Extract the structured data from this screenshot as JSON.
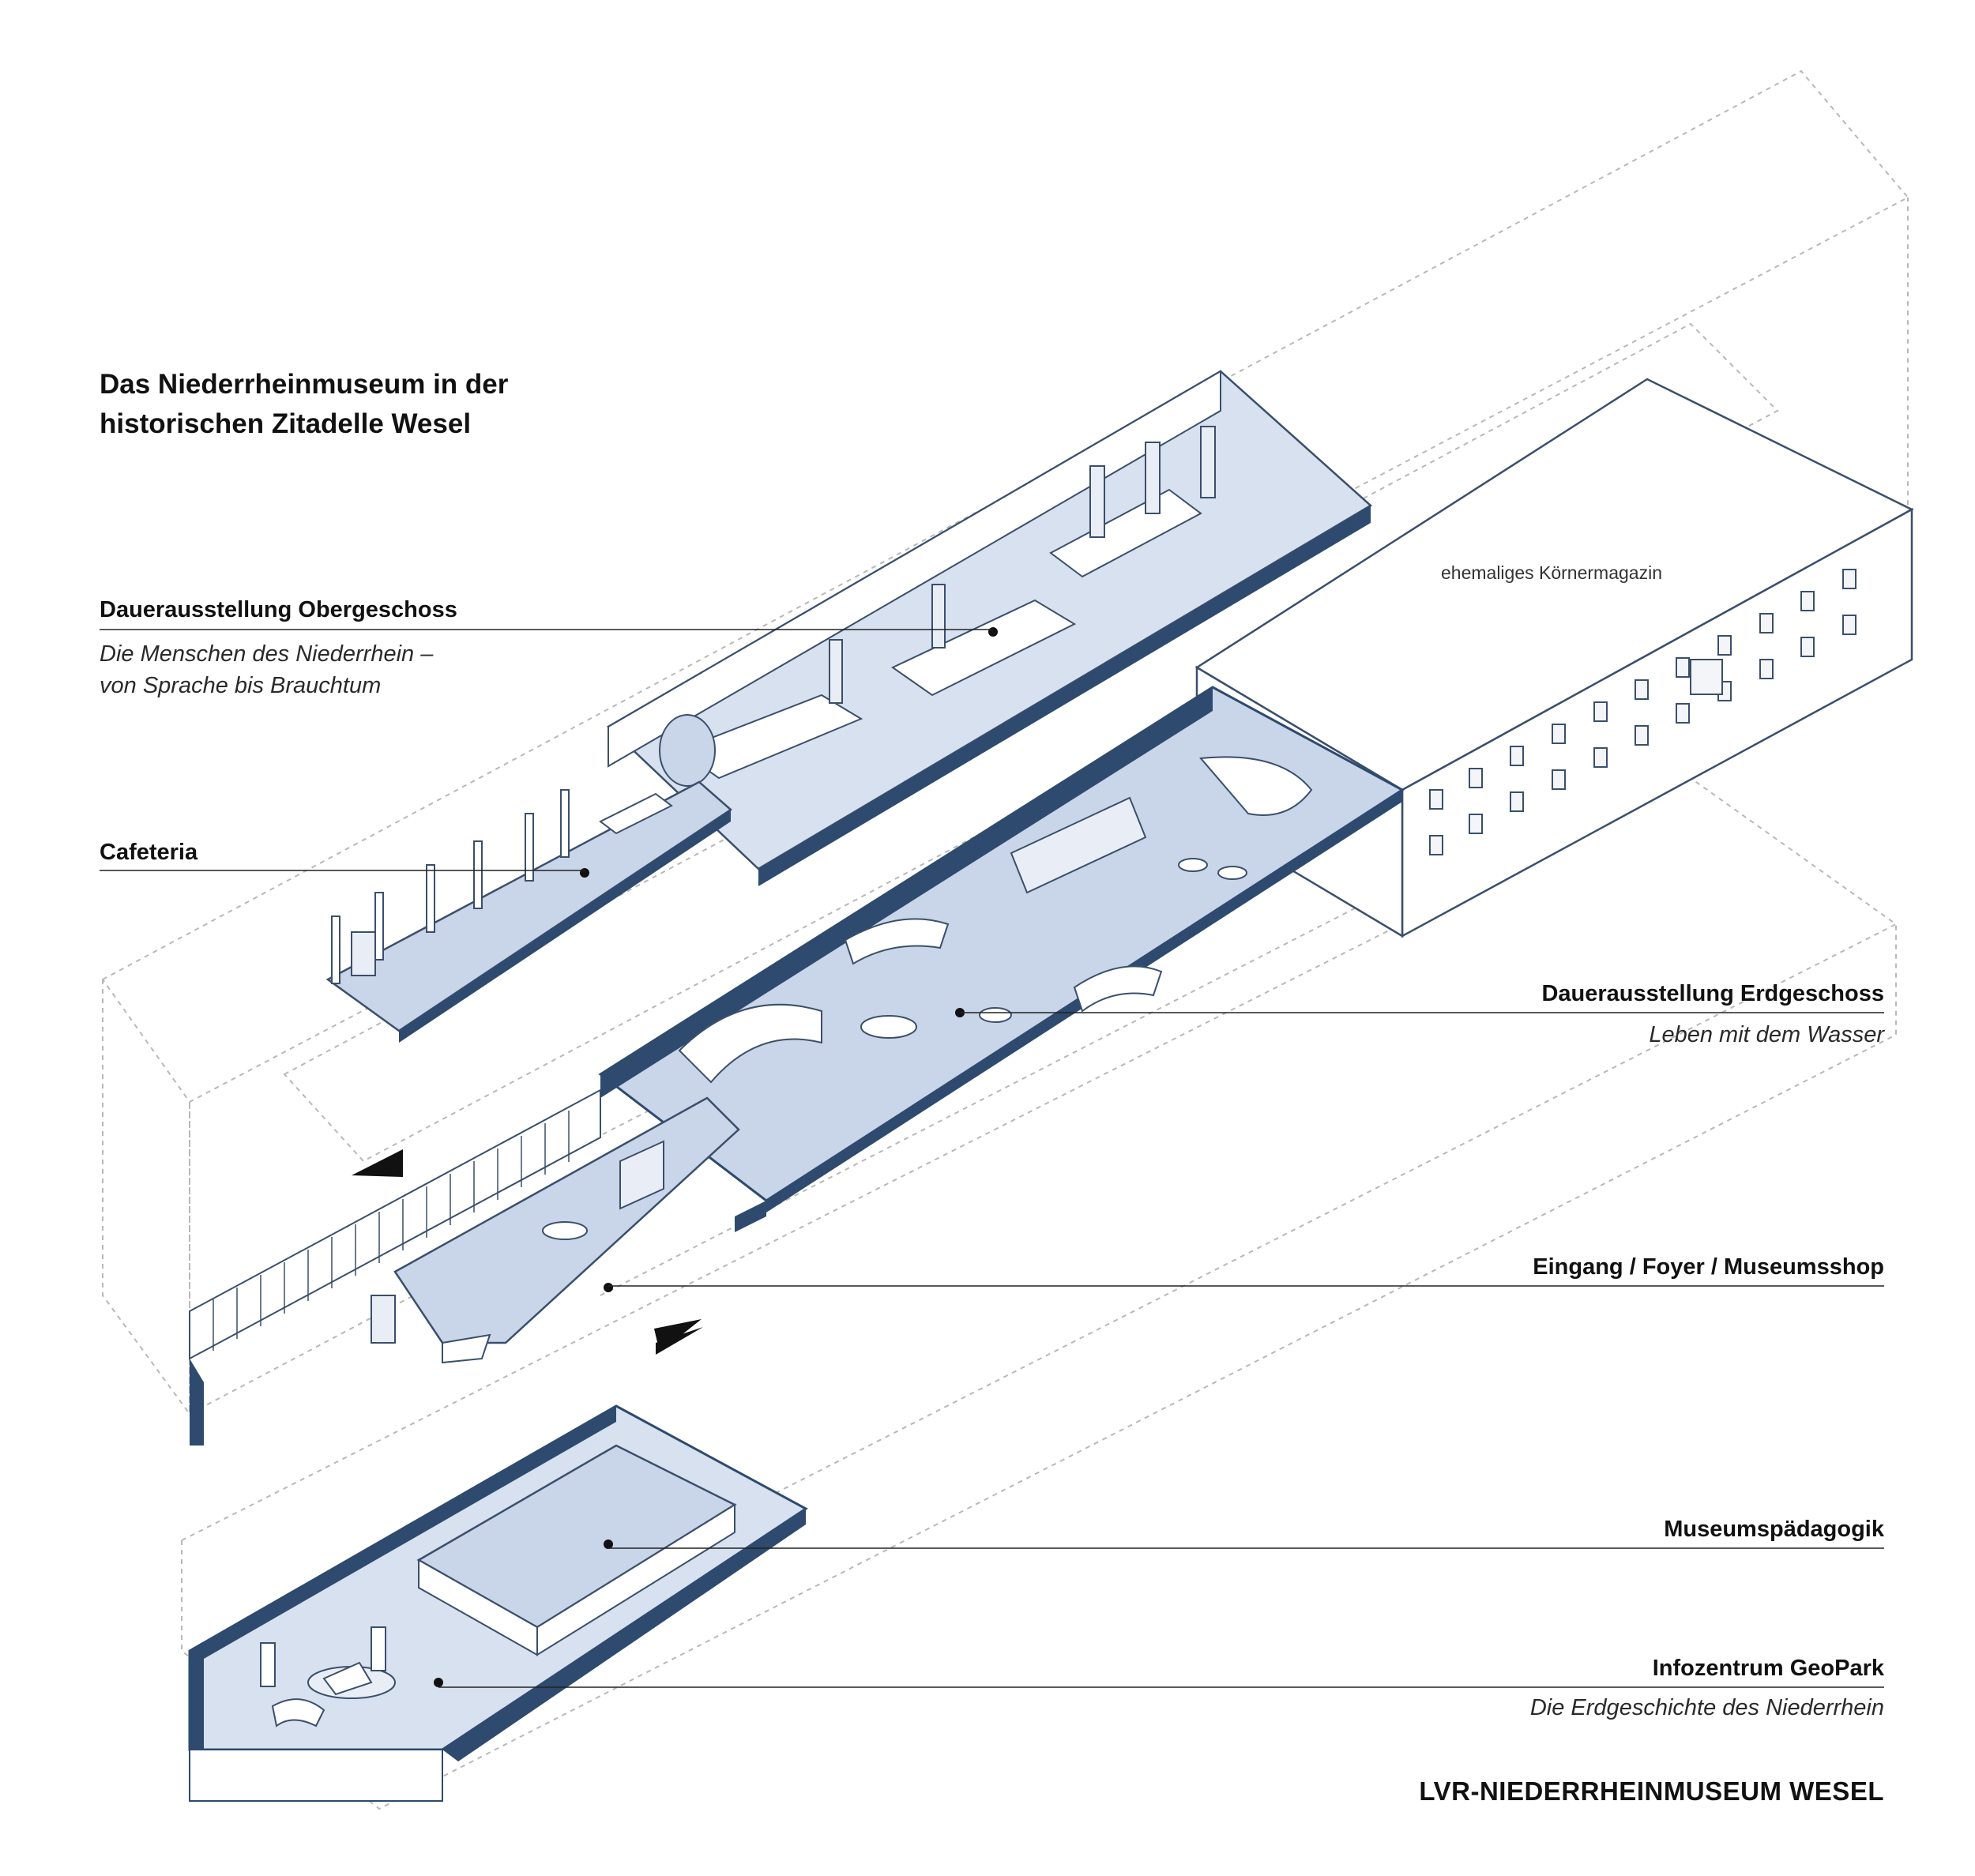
{
  "title": "Das Niederrheinmuseum in der historischen Zitadelle Wesel",
  "building_label": "ehemaliges Körnermagazin",
  "levels": [
    {
      "id": "obergeschoss",
      "label": "Dauerausstellung Obergeschoss",
      "subtitle": "Die Menschen des Niederrhein –\nvon Sprache bis Brauchtum"
    },
    {
      "id": "cafeteria",
      "label": "Cafeteria"
    },
    {
      "id": "erdgeschoss",
      "label": "Dauerausstellung Erdgeschoss",
      "subtitle": "Leben mit dem Wasser"
    },
    {
      "id": "eingang",
      "label": "Eingang / Foyer / Museumsshop"
    },
    {
      "id": "museumspaedagogik",
      "label": "Museumspädagogik"
    },
    {
      "id": "geopark",
      "label": "Infozentrum GeoPark",
      "subtitle": "Die Erdgeschichte des Niederrhein"
    }
  ],
  "brand": "LVR-NIEDERRHEINMUSEUM WESEL",
  "colors": {
    "floor": "#c9d5e8",
    "floor_light": "#dde6f2",
    "wall_dark": "#2e4a6e",
    "outline": "#3b4f6b",
    "ghost": "#b8b8b8",
    "text": "#111111"
  }
}
